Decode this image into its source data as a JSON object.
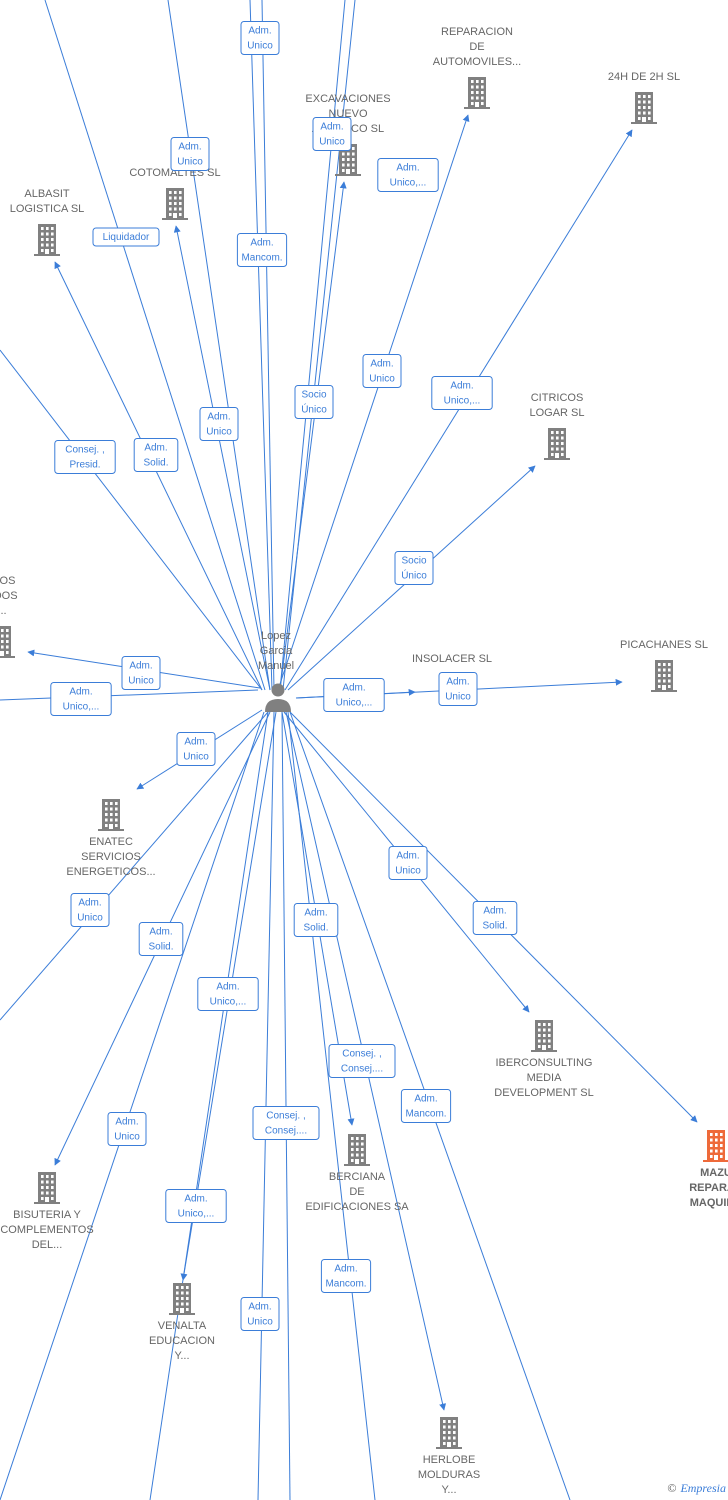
{
  "colors": {
    "edge": "#3b7dd8",
    "building": "#808080",
    "highlight": "#ee6a3a",
    "text": "#666666"
  },
  "center": {
    "label_lines": [
      "Lopez",
      "Garcia",
      "Manuel"
    ],
    "icon": "person-icon"
  },
  "companies": [
    {
      "id": "reparacion",
      "lines": [
        "REPARACION",
        "DE",
        "AUTOMOVILES..."
      ]
    },
    {
      "id": "h24",
      "lines": [
        "24H DE 2H  SL"
      ]
    },
    {
      "id": "excavaciones",
      "lines": [
        "EXCAVACIONES",
        "NUEVO",
        "ALBERICO  SL"
      ]
    },
    {
      "id": "cotomaltes",
      "lines": [
        "COTOMALTES SL"
      ]
    },
    {
      "id": "albasit",
      "lines": [
        "ALBASIT",
        "LOGISTICA  SL"
      ]
    },
    {
      "id": "citricos",
      "lines": [
        "CITRICOS",
        "LOGAR  SL"
      ]
    },
    {
      "id": "servicios",
      "lines": [
        "CIOS",
        "ADOS",
        "..."
      ]
    },
    {
      "id": "insolacer",
      "lines": [
        "INSOLACER SL"
      ]
    },
    {
      "id": "picachanes",
      "lines": [
        "PICACHANES SL"
      ]
    },
    {
      "id": "enatec",
      "lines": [
        "ENATEC",
        "SERVICIOS",
        "ENERGETICOS..."
      ]
    },
    {
      "id": "iberconsulting",
      "lines": [
        "IBERCONSULTING",
        "MEDIA",
        "DEVELOPMENT SL"
      ]
    },
    {
      "id": "mazu",
      "lines": [
        "MAZU",
        "REPARAC",
        "MAQUINA"
      ]
    },
    {
      "id": "bisuteria",
      "lines": [
        "BISUTERIA Y",
        "COMPLEMENTOS",
        "DEL..."
      ]
    },
    {
      "id": "berciana",
      "lines": [
        "BERCIANA",
        "DE",
        "EDIFICACIONES SA"
      ]
    },
    {
      "id": "venalta",
      "lines": [
        "VENALTA",
        "EDUCACION",
        "Y..."
      ]
    },
    {
      "id": "herlobe",
      "lines": [
        "HERLOBE",
        "MOLDURAS",
        "Y..."
      ]
    }
  ],
  "relations": [
    {
      "lines": [
        "Adm.",
        "Unico"
      ]
    },
    {
      "lines": [
        "Adm.",
        "Unico"
      ]
    },
    {
      "lines": [
        "Adm.",
        "Unico"
      ]
    },
    {
      "lines": [
        "Adm.",
        "Unico,..."
      ]
    },
    {
      "lines": [
        "Liquidador"
      ]
    },
    {
      "lines": [
        "Adm.",
        "Mancom."
      ]
    },
    {
      "lines": [
        "Adm.",
        "Unico"
      ]
    },
    {
      "lines": [
        "Adm.",
        "Unico,..."
      ]
    },
    {
      "lines": [
        "Socio",
        "Único"
      ]
    },
    {
      "lines": [
        "Adm.",
        "Unico"
      ]
    },
    {
      "lines": [
        "Consej. ,",
        "Presid."
      ]
    },
    {
      "lines": [
        "Adm.",
        "Solid."
      ]
    },
    {
      "lines": [
        "Socio",
        "Único"
      ]
    },
    {
      "lines": [
        "Adm.",
        "Unico"
      ]
    },
    {
      "lines": [
        "Adm.",
        "Unico,..."
      ]
    },
    {
      "lines": [
        "Adm.",
        "Unico,..."
      ]
    },
    {
      "lines": [
        "Adm.",
        "Unico"
      ]
    },
    {
      "lines": [
        "Adm.",
        "Unico"
      ]
    },
    {
      "lines": [
        "Adm.",
        "Unico"
      ]
    },
    {
      "lines": [
        "Adm.",
        "Unico"
      ]
    },
    {
      "lines": [
        "Adm.",
        "Solid."
      ]
    },
    {
      "lines": [
        "Adm.",
        "Solid."
      ]
    },
    {
      "lines": [
        "Adm.",
        "Solid."
      ]
    },
    {
      "lines": [
        "Adm.",
        "Unico,..."
      ]
    },
    {
      "lines": [
        "Consej. ,",
        "Consej...."
      ]
    },
    {
      "lines": [
        "Adm.",
        "Mancom."
      ]
    },
    {
      "lines": [
        "Adm.",
        "Unico"
      ]
    },
    {
      "lines": [
        "Consej. ,",
        "Consej...."
      ]
    },
    {
      "lines": [
        "Adm.",
        "Unico,..."
      ]
    },
    {
      "lines": [
        "Adm.",
        "Mancom."
      ]
    },
    {
      "lines": [
        "Adm.",
        "Unico"
      ]
    }
  ],
  "footer": {
    "copyright_symbol": "©",
    "brand": "Empresia"
  }
}
